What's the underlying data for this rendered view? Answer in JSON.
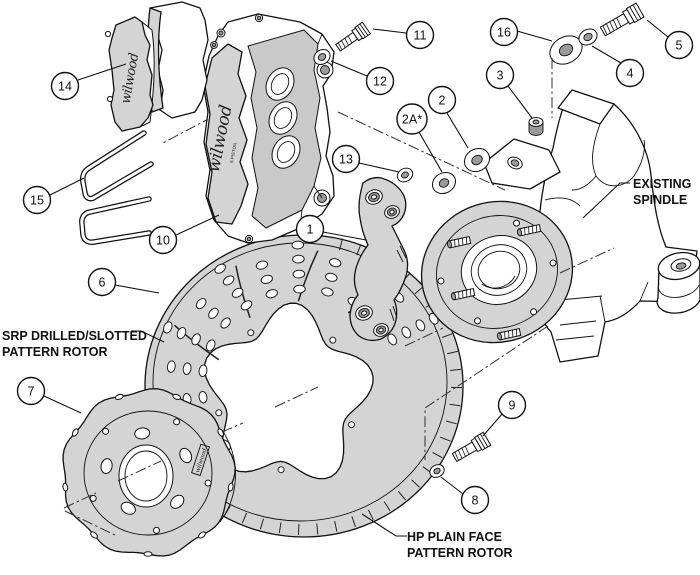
{
  "diagram": {
    "description": "Exploded brake-kit assembly diagram",
    "callouts": {
      "1": "1",
      "2": "2",
      "2a": "2A*",
      "3": "3",
      "4": "4",
      "5": "5",
      "6": "6",
      "7": "7",
      "8": "8",
      "9": "9",
      "10": "10",
      "11": "11",
      "12": "12",
      "13": "13",
      "14": "14",
      "15": "15",
      "16": "16"
    },
    "labels": {
      "srp_rotor": {
        "line1": "SRP DRILLED/SLOTTED",
        "line2": "PATTERN ROTOR"
      },
      "existing_spindle": {
        "line1": "EXISTING",
        "line2": "SPINDLE"
      },
      "hp_rotor": {
        "line1": "HP PLAIN FACE",
        "line2": "PATTERN ROTOR"
      }
    },
    "branding": {
      "pad_logo": "wilwood",
      "caliper_logo": "wilwood",
      "caliper_sub": "6 PISTON",
      "hat_logo": "wilwood"
    },
    "colors": {
      "background": "#ffffff",
      "line": "#111111",
      "shade": "#d4d4d4",
      "shade_dark": "#c9c9c9"
    }
  }
}
